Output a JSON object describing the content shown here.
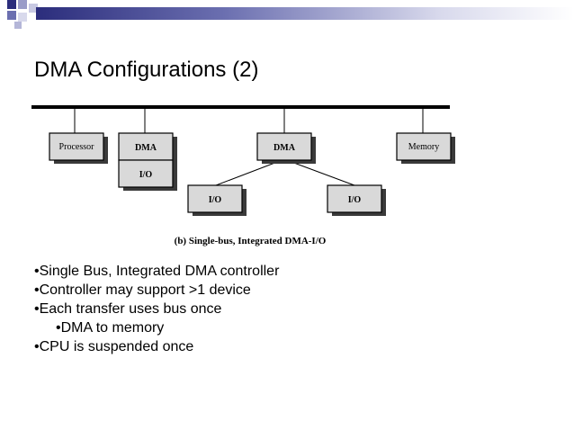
{
  "slide": {
    "title": "DMA Configurations (2)"
  },
  "diagram": {
    "boxes": {
      "processor": "Processor",
      "dma_left": "DMA",
      "io_left": "I/O",
      "dma_center": "DMA",
      "io_center_left": "I/O",
      "io_center_right": "I/O",
      "memory": "Memory"
    },
    "caption": "(b) Single-bus, Integrated DMA-I/O"
  },
  "bullets": [
    "•Single Bus, Integrated DMA controller",
    "•Controller may support >1 device",
    "•Each transfer uses bus once",
    "•DMA to memory",
    "•CPU is suspended once"
  ],
  "colors": {
    "band_dark": "#2b2d7c",
    "band_mid": "#6b6fb0",
    "box_fill": "#d9d9d9",
    "box_shadow": "#3a3a3a"
  }
}
